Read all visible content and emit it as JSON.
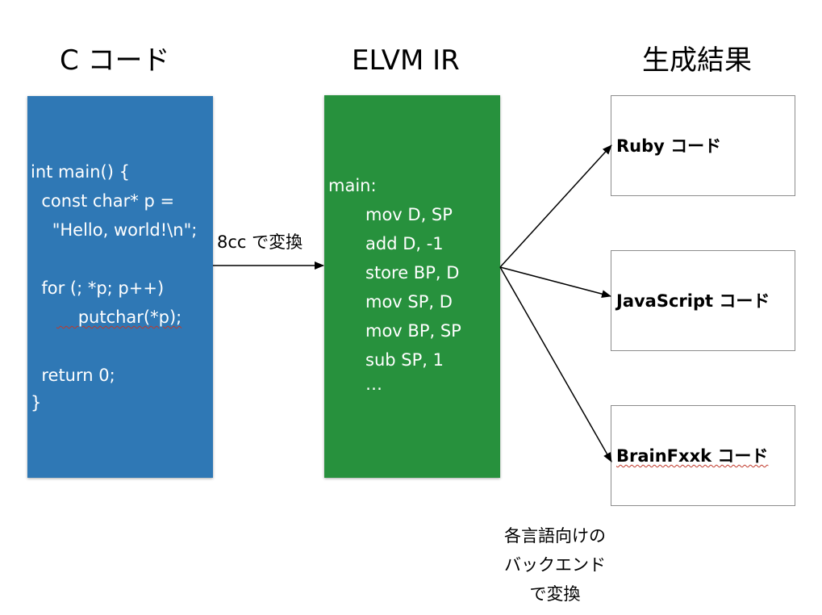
{
  "titles": {
    "c": "C コード",
    "ir": "ELVM IR",
    "output": "生成結果"
  },
  "c_code": [
    "int main() {",
    "  const char* p =",
    "    \"Hello, world!\\n\";",
    "",
    "  for (; *p; p++)",
    "    putchar(*p);",
    "",
    "  return 0;",
    "}"
  ],
  "ir_code": {
    "label": "main:",
    "lines": [
      "mov D, SP",
      "add D, -1",
      "store BP, D",
      "mov SP, D",
      "mov BP, SP",
      "sub SP, 1",
      "…"
    ]
  },
  "edge_label": "8cc で変換",
  "outputs": [
    "Ruby コード",
    "JavaScript コード",
    "BrainFxxk コード"
  ],
  "backend_note": [
    "各言語向けの",
    "バックエンド",
    "で変換"
  ]
}
